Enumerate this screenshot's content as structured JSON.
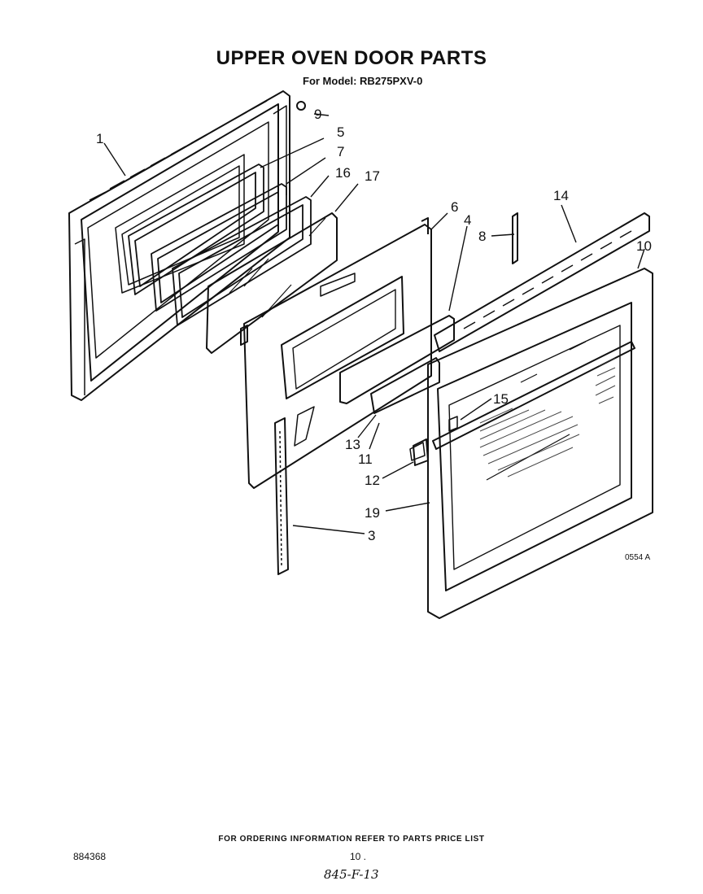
{
  "header": {
    "title": "UPPER OVEN DOOR PARTS",
    "model_line": "For Model: RB275PXV-0"
  },
  "callouts": [
    "1",
    "5",
    "7",
    "16",
    "17",
    "9",
    "6",
    "4",
    "8",
    "14",
    "10",
    "15",
    "13",
    "11",
    "12",
    "19",
    "3"
  ],
  "figure_code": "0554 A",
  "footer": {
    "ordering_note": "FOR ORDERING INFORMATION REFER TO PARTS PRICE LIST",
    "doc_number": "884368",
    "page_number": "10 .",
    "handwritten_ref": "845-F-13"
  }
}
